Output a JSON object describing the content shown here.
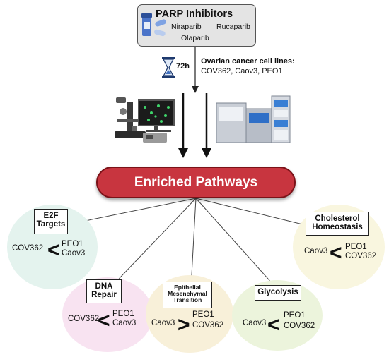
{
  "parp": {
    "title": "PARP Inhibitors",
    "drugs": [
      "Niraparib",
      "Rucaparib",
      "Olaparib"
    ],
    "icon": "pill-bottle-icon"
  },
  "treatment": {
    "duration": "72h",
    "icon": "hourglass-icon",
    "cells_title": "Ovarian cancer cell lines:",
    "cells_list": "COV362, Caov3, PEO1"
  },
  "instruments": [
    "microscope-icon",
    "mass-spectrometer-icon"
  ],
  "center": {
    "label": "Enriched Pathways",
    "color": "#c8353f"
  },
  "pathways": [
    {
      "name_lines": [
        "E2F",
        "Targets"
      ],
      "left": "COV362",
      "symbol": "<",
      "right": [
        "PEO1",
        "Caov3"
      ],
      "color": "#e4f3ee"
    },
    {
      "name_lines": [
        "DNA",
        "Repair"
      ],
      "left": "COV362",
      "symbol": "<",
      "right": [
        "PEO1",
        "Caov3"
      ],
      "color": "#f8e3f1"
    },
    {
      "name_lines": [
        "Epithelial",
        "Mesenchymal",
        "Transition"
      ],
      "left": "Caov3",
      "symbol": ">",
      "right": [
        "PEO1",
        "COV362"
      ],
      "color": "#f8f0d9"
    },
    {
      "name_lines": [
        "Glycolysis"
      ],
      "left": "Caov3",
      "symbol": "<",
      "right": [
        "PEO1",
        "COV362"
      ],
      "color": "#ecf4dc"
    },
    {
      "name_lines": [
        "Cholesterol",
        "Homeostasis"
      ],
      "left": "Caov3",
      "symbol": "<",
      "right": [
        "PEO1",
        "COV362"
      ],
      "color": "#f9f6df"
    }
  ]
}
